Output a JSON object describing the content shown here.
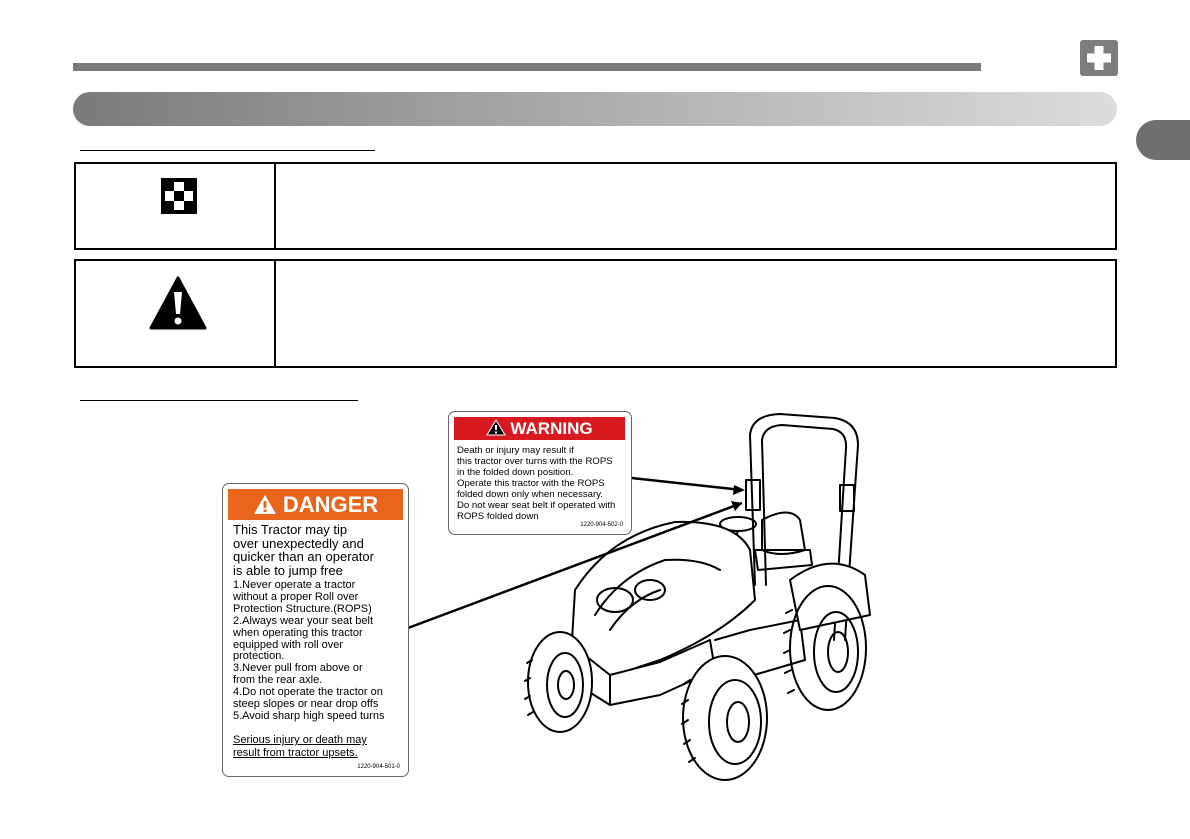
{
  "danger_label": {
    "header": "DANGER",
    "lead": "This Tractor may tip\nover unexpectedly and\nquicker than an operator\nis able to jump free",
    "items": "1.Never operate a tractor\n   without a proper Roll over\n   Protection Structure.(ROPS)\n2.Always wear your seat belt\n   when operating this tractor\n   equipped with roll over\n   protection.\n3.Never pull from above or\n   from the rear axle.\n4.Do not operate the tractor on\n   steep slopes or near drop offs\n5.Avoid sharp high speed turns",
    "footer": "Serious injury or death may\nresult from tractor upsets.",
    "part_number": "1220-904-501-0"
  },
  "warning_label": {
    "header": "WARNING",
    "body": "Death or injury may result if\nthis tractor over turns with the ROPS\nin the folded down position.\nOperate this tractor with the ROPS\nfolded down only when necessary.\nDo  not wear seat belt if operated with\nROPS folded down",
    "part_number": "1220-904-502-0"
  },
  "icons": [
    "first-aid-cross-icon",
    "warning-triangle-icon",
    "danger-triangle-icon"
  ],
  "colors": {
    "danger_orange": "#e8651b",
    "warning_red": "#d71920",
    "bar_gray": "#7a7a7a"
  }
}
